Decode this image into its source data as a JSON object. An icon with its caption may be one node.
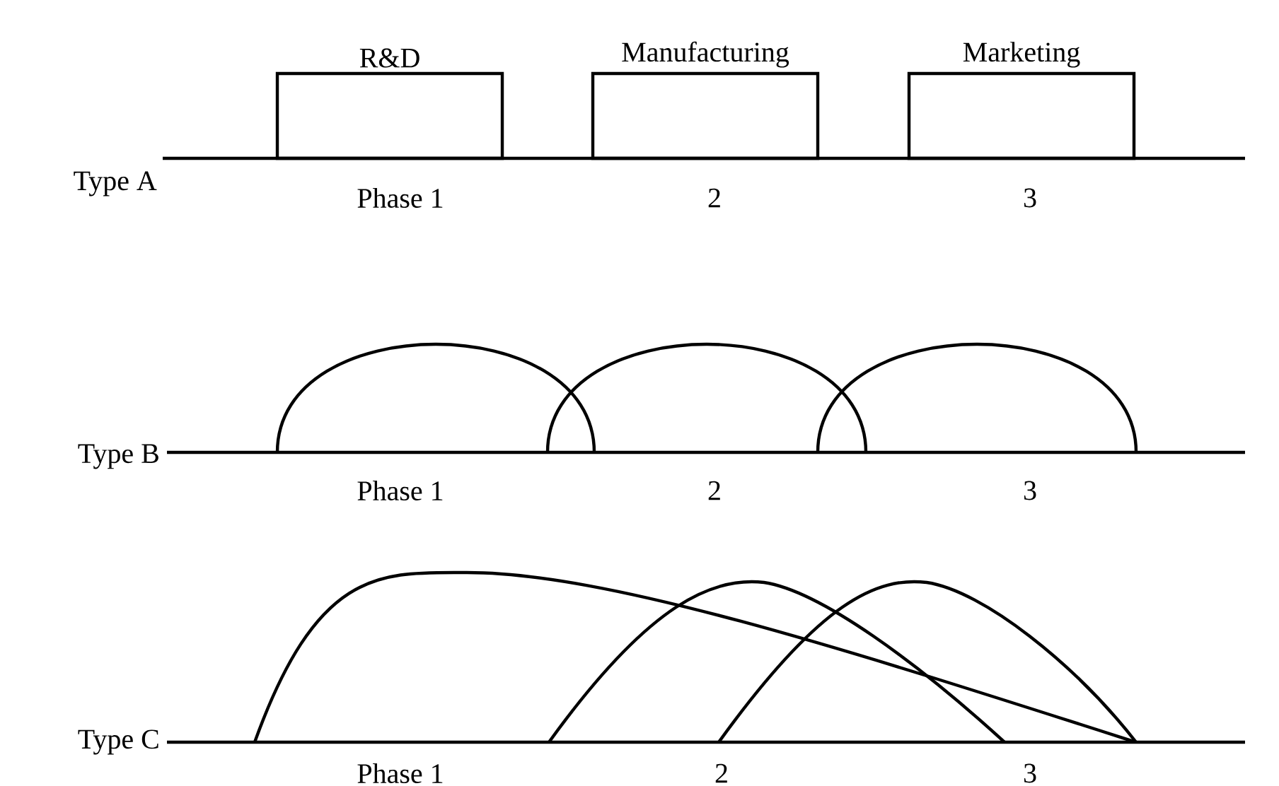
{
  "diagram": {
    "nodes": [
      {
        "text": [
          "R&D"
        ]
      },
      {
        "text": [
          "Manufacturing"
        ]
      },
      {
        "text": [
          "Marketing"
        ]
      }
    ],
    "labels": [
      "Type A",
      "Phase 1",
      "2",
      "3",
      "Type B",
      "Phase 1",
      "2",
      "3",
      "Type C",
      "Phase 1",
      "2",
      "3"
    ]
  }
}
